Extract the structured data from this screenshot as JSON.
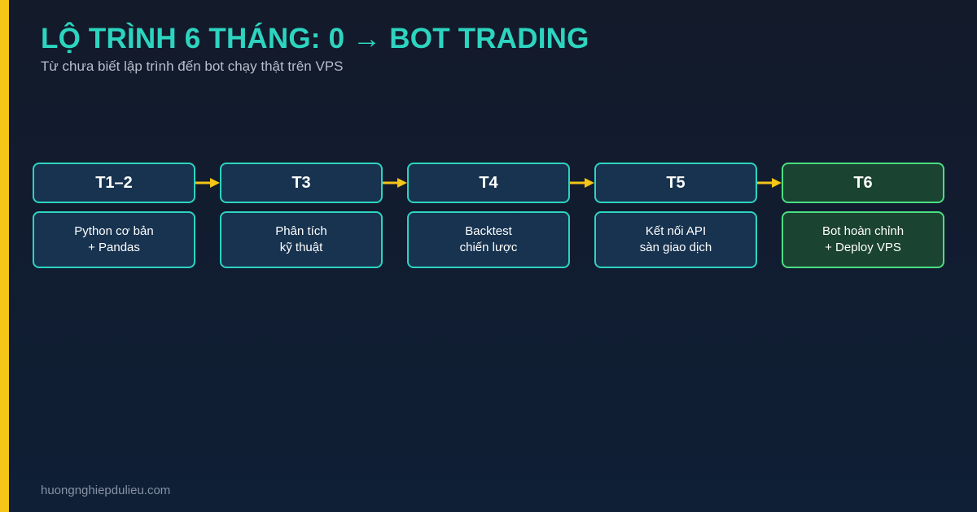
{
  "title": "LỘ TRÌNH 6 THÁNG: 0 → BOT TRADING",
  "subtitle": "Từ chưa biết lập trình đến bot chạy thật trên VPS",
  "footer": "huongnghiepdulieu.com",
  "colors": {
    "accent_bar": "#f5c518",
    "title": "#2dd4bf",
    "stage_border": "#2dd4bf",
    "stage_fill": "#173350",
    "final_border": "#4ade80",
    "final_fill": "#1b4332",
    "arrow": "#f5c518"
  },
  "stages": [
    {
      "month": "T1–2",
      "task_line1": "Python cơ bản",
      "task_line2": "+ Pandas"
    },
    {
      "month": "T3",
      "task_line1": "Phân tích",
      "task_line2": "kỹ thuật"
    },
    {
      "month": "T4",
      "task_line1": "Backtest",
      "task_line2": "chiến lược"
    },
    {
      "month": "T5",
      "task_line1": "Kết nối API",
      "task_line2": "sàn giao dịch"
    },
    {
      "month": "T6",
      "task_line1": "Bot hoàn chỉnh",
      "task_line2": "+ Deploy VPS"
    }
  ]
}
